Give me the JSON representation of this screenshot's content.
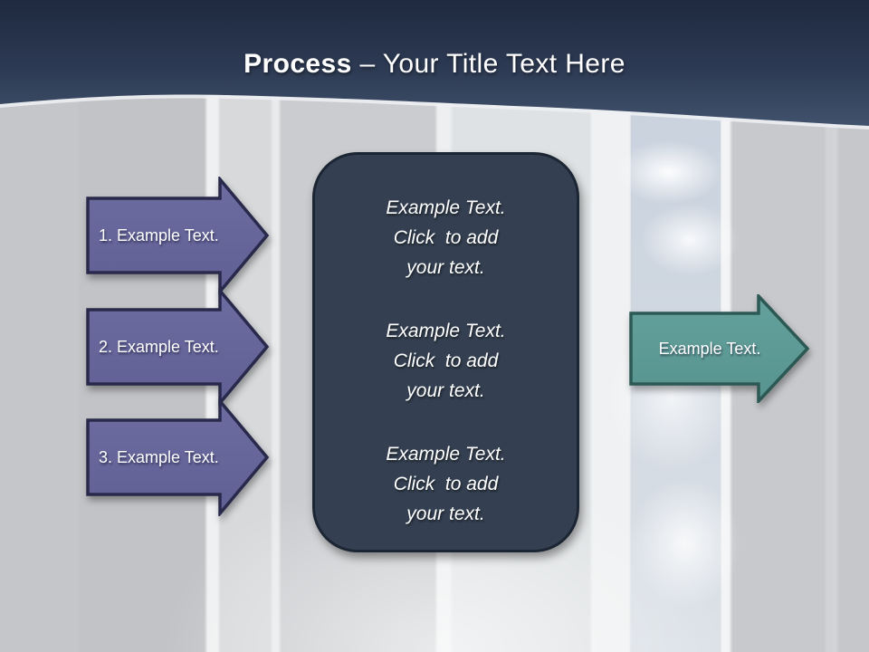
{
  "title": {
    "bold": "Process",
    "rest": " – Your Title Text Here"
  },
  "left_arrows": [
    {
      "label": "1. Example Text."
    },
    {
      "label": "2. Example Text."
    },
    {
      "label": "3. Example Text."
    }
  ],
  "right_arrow": {
    "label": "Example Text."
  },
  "center_box": {
    "paragraphs": [
      {
        "lines": [
          "Example Text.",
          "Click  to add",
          "your text."
        ]
      },
      {
        "lines": [
          "Example Text.",
          "Click  to add",
          "your text."
        ]
      },
      {
        "lines": [
          "Example Text.",
          "Click  to add",
          "your text."
        ]
      }
    ]
  },
  "colors": {
    "header_top": "#1f2a40",
    "header_bottom": "#41526c",
    "purple_fill": "#66669b",
    "purple_border": "#29294c",
    "teal_fill": "#5d9c98",
    "teal_border": "#2d5955",
    "box_fill": "#344051",
    "box_border": "#1b2533",
    "text": "#ffffff"
  }
}
